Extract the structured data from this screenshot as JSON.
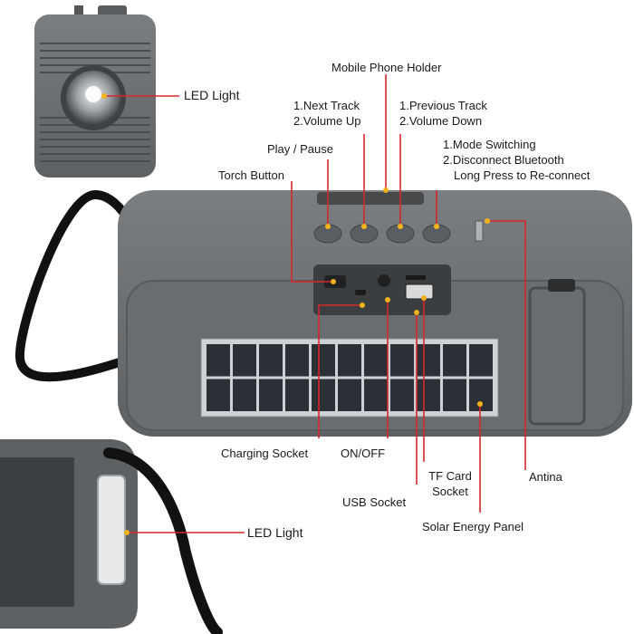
{
  "labels": {
    "led_light_top": "LED Light",
    "mobile_phone_holder": "Mobile Phone Holder",
    "next_track": [
      "1.Next Track",
      "2.Volume Up"
    ],
    "previous_track": [
      "1.Previous Track",
      "2.Volume Down"
    ],
    "play_pause": "Play / Pause",
    "mode_switching": [
      "1.Mode Switching",
      "2.Disconnect Bluetooth",
      "Long Press to Re-connect"
    ],
    "torch_button": "Torch Button",
    "charging_socket": "Charging Socket",
    "on_off": "ON/OFF",
    "tf_card_socket": [
      "TF Card",
      "Socket"
    ],
    "antina": "Antina",
    "usb_socket": "USB Socket",
    "solar_energy_panel": "Solar Energy Panel",
    "led_light_bottom": "LED Light"
  },
  "colors": {
    "leader_line": "#d9262c",
    "marker_dot": "#f2b21b",
    "body_grey": "#6b6e70",
    "body_dark": "#4f5254",
    "solar_cell": "#2b2f36",
    "strap": "#111111"
  }
}
